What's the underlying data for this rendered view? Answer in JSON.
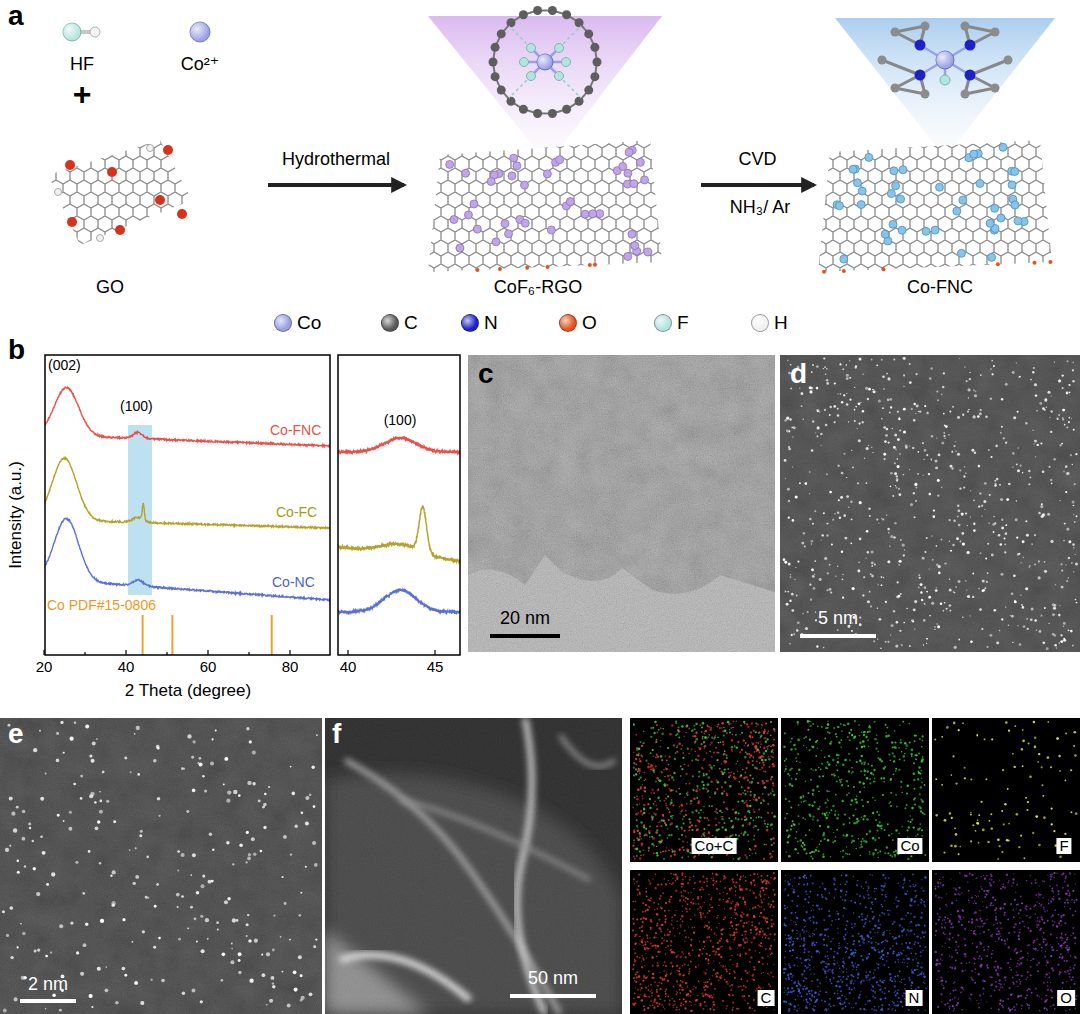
{
  "diagram": {
    "nodes": [
      {
        "text": [
          "GO"
        ]
      },
      {
        "text": [
          "CoF₆-RGO"
        ]
      },
      {
        "text": [
          "Co-FNC"
        ]
      }
    ],
    "edges": [
      {
        "from": 0,
        "to": 1,
        "arrow": "to",
        "label": "Hydrothermal"
      },
      {
        "from": 1,
        "to": 2,
        "arrow": "to",
        "label": "CVD"
      }
    ],
    "labels": [
      "a",
      "HF",
      "Co²⁺",
      "+",
      "NH₃/ Ar",
      "b",
      "(002)",
      "(100)",
      "Co-FNC",
      "Co-FC",
      "Co-NC",
      "Co PDF#15-0806",
      "(100)",
      "Intensity (a.u.)",
      "2 Theta (degree)",
      "20",
      "40",
      "60",
      "80",
      "40",
      "45",
      "c",
      "20 nm",
      "d",
      "5 nm",
      "e",
      "2 nm",
      "f",
      "50 nm",
      "Co+C",
      "Co",
      "F",
      "C",
      "N",
      "O"
    ],
    "legend": [
      {
        "text": "Co",
        "color": "#9aa0e6"
      },
      {
        "text": "C",
        "color": "#5a5a5a"
      },
      {
        "text": "N",
        "color": "#1c22c8"
      },
      {
        "text": "O",
        "color": "#e3541c"
      },
      {
        "text": "F",
        "color": "#b4e4e0"
      },
      {
        "text": "H",
        "color": "#f2f2f2"
      }
    ]
  }
}
